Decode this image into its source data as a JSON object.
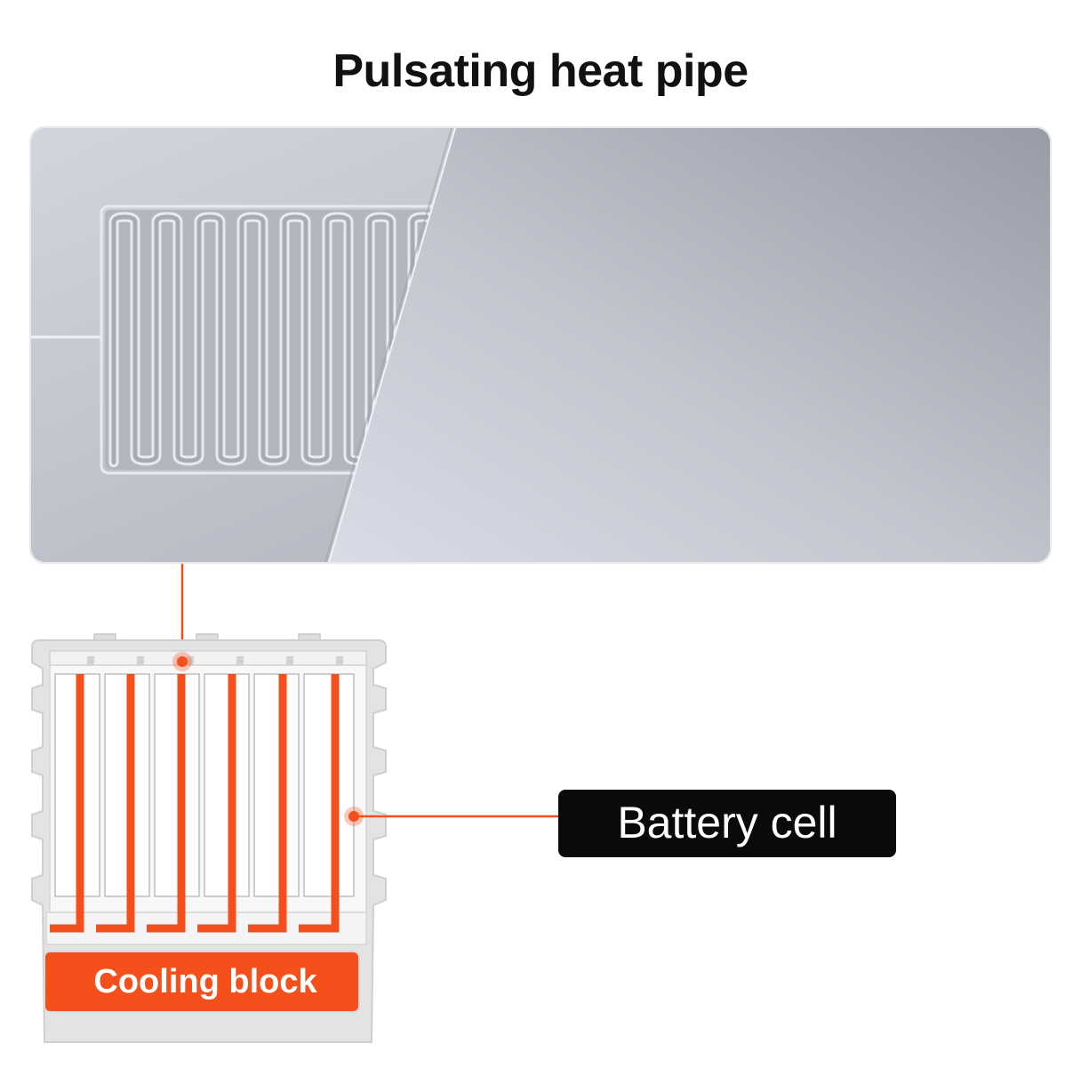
{
  "title": "Pulsating heat pipe",
  "labels": {
    "battery_cell": "Battery cell",
    "cooling_block": "Cooling block"
  },
  "colors": {
    "accent": "#F5501B",
    "plate_light": "#D4D8E2",
    "plate_dark": "#9A9EA8",
    "label_bg": "#0A0A0A",
    "frame": "#DCDCDC"
  }
}
